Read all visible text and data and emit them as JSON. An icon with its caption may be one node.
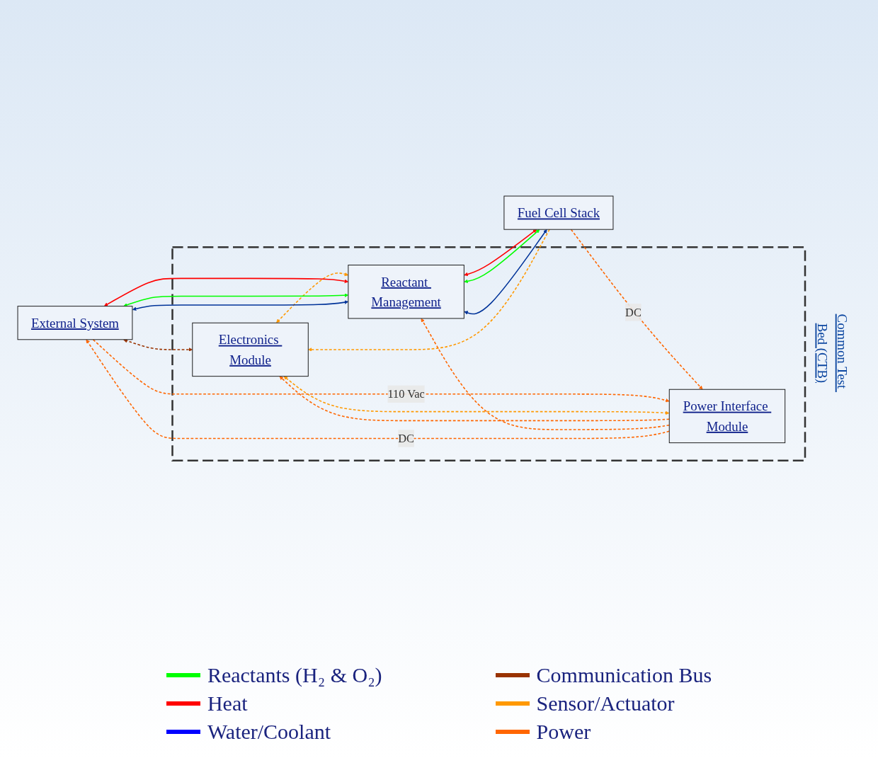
{
  "diagram": {
    "nodes": [
      {
        "text": [
          "External System"
        ]
      },
      {
        "text": [
          "Common Test Bed (CTB)"
        ]
      },
      {
        "text": [
          "Electronics Module"
        ],
        "in": 1
      },
      {
        "text": [
          "Reactant Management"
        ],
        "in": 1
      },
      {
        "text": [
          "Power Interface Module"
        ],
        "in": 1
      },
      {
        "text": [
          "Fuel Cell Stack"
        ]
      }
    ],
    "edges": [
      {
        "from": 0,
        "to": 2,
        "arrow": "both",
        "style": "dashed",
        "color": "#993300"
      },
      {
        "from": 2,
        "to": 3,
        "arrow": "both",
        "style": "dashed",
        "color": "#ff9900"
      },
      {
        "from": 5,
        "to": 2,
        "arrow": "to",
        "style": "dashed",
        "color": "#ff9900"
      },
      {
        "from": 4,
        "to": 2,
        "arrow": "both",
        "style": "dashed",
        "color": "#ff9900"
      },
      {
        "from": 4,
        "to": 2,
        "arrow": "to",
        "style": "dashed",
        "color": "#ff6600"
      },
      {
        "from": 4,
        "to": 3,
        "arrow": "to",
        "style": "dashed",
        "color": "#ff6600"
      },
      {
        "from": 0,
        "to": 3,
        "arrow": "both",
        "color": "#ff0000"
      },
      {
        "from": 0,
        "to": 3,
        "arrow": "both",
        "color": "#00ff00"
      },
      {
        "from": 0,
        "to": 3,
        "arrow": "both",
        "color": "#003399"
      },
      {
        "from": 3,
        "to": 5,
        "arrow": "both",
        "color": "#ff0000"
      },
      {
        "from": 3,
        "to": 5,
        "arrow": "both",
        "color": "#00ff00"
      },
      {
        "from": 3,
        "to": 5,
        "arrow": "both",
        "color": "#003399"
      },
      {
        "from": 5,
        "to": 4,
        "arrow": "to",
        "label": "DC",
        "style": "dashed",
        "color": "#ff6600"
      },
      {
        "from": 4,
        "to": 0,
        "arrow": "to",
        "label": "DC",
        "style": "dashed",
        "color": "#ff6600"
      },
      {
        "from": 0,
        "to": 4,
        "arrow": "to",
        "label": "110 Vac",
        "style": "dashed",
        "color": "#ff6600"
      }
    ],
    "legend": [
      {
        "text": "Reactants (H₂ & O₂)",
        "color": "#00ff00"
      },
      {
        "text": "Heat",
        "color": "#ff0000"
      },
      {
        "text": "Water/Coolant",
        "color": "#0000ff"
      },
      {
        "text": "Communication Bus",
        "color": "#993300"
      },
      {
        "text": "Sensor/Actuator",
        "color": "#ff9900"
      },
      {
        "text": "Power",
        "color": "#ff6600"
      }
    ]
  }
}
